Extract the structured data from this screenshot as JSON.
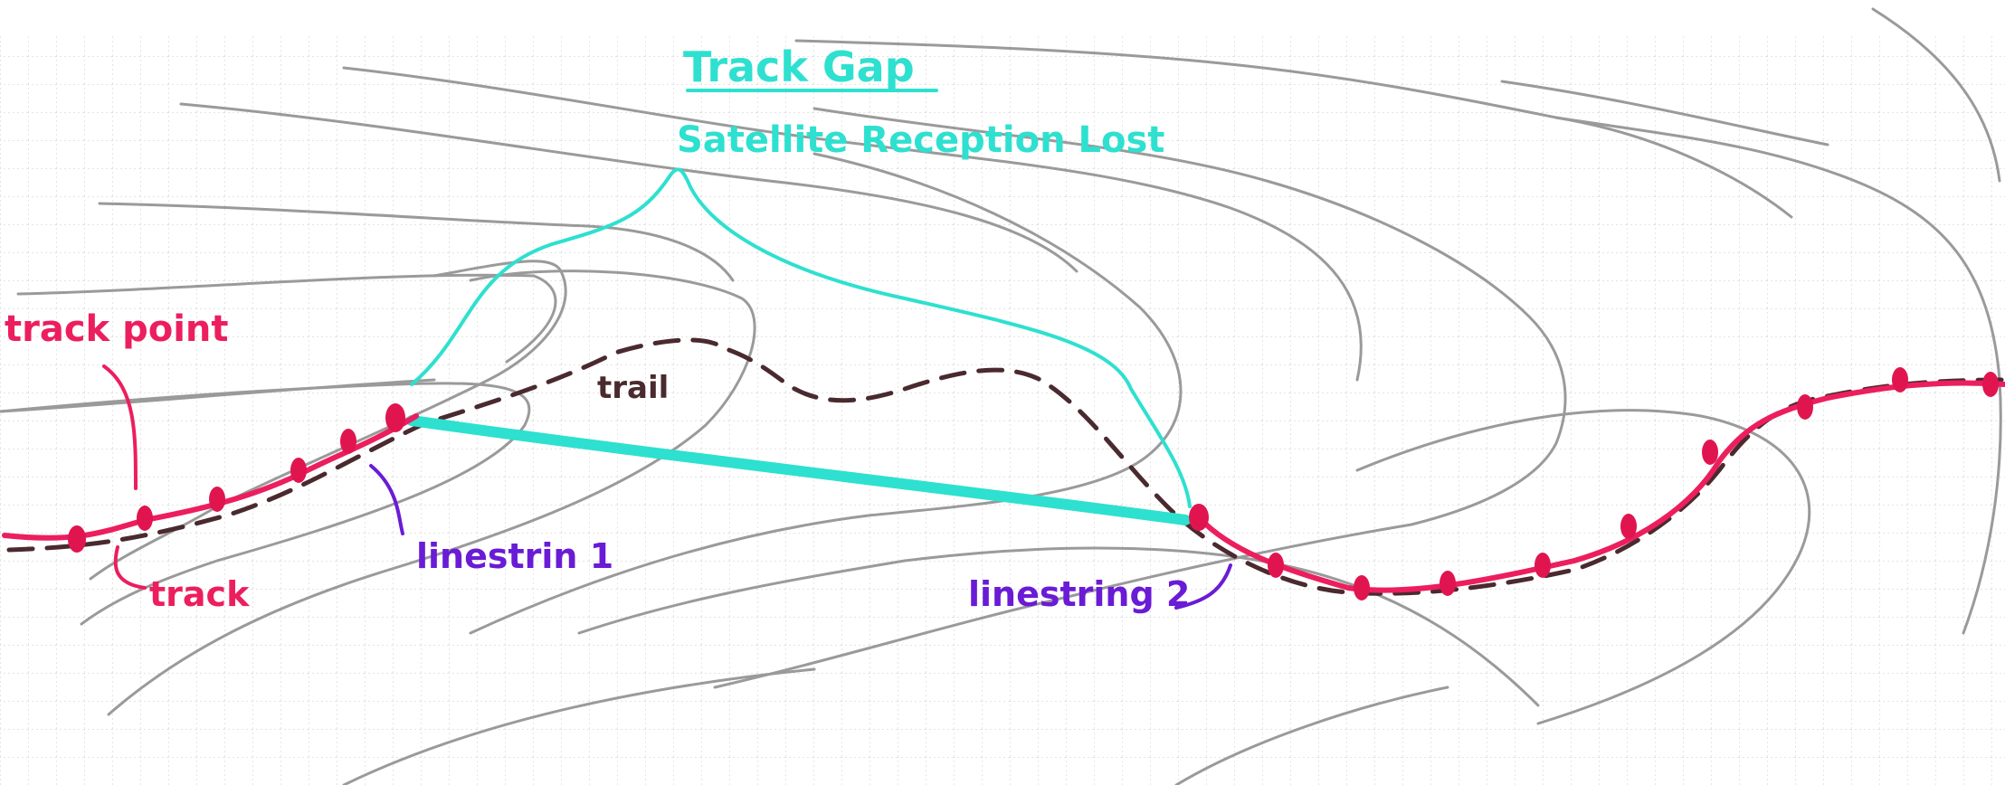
{
  "labels": {
    "track_gap": "Track Gap",
    "reception_lost": "Satellite Reception Lost",
    "track_point": "track point",
    "track": "track",
    "trail": "trail",
    "linestring_1": "linestrin 1",
    "linestring_2": "linestring 2"
  },
  "colors": {
    "track": "#ec1e5e",
    "track_point": "#e0154f",
    "gap": "#2ee0cf",
    "linestring_label": "#6a1bd6",
    "trail": "#4a2a2e",
    "contour": "#9a9a9a",
    "grid": "#d5d5d5"
  }
}
